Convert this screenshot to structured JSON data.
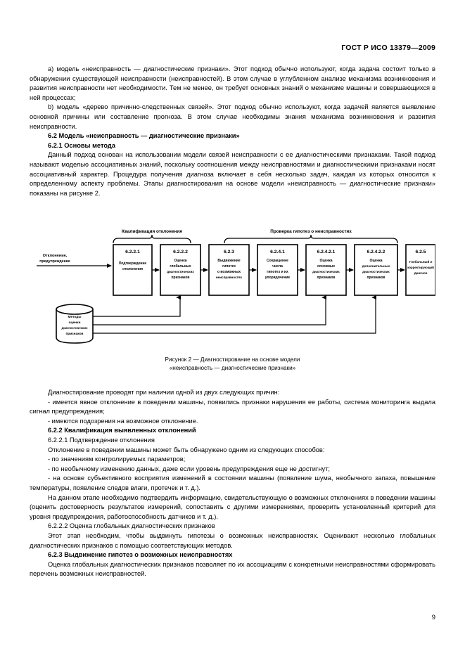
{
  "header": {
    "standard_title": "ГОСТ Р ИСО 13379—2009"
  },
  "page_number": "9",
  "body_top": {
    "para_a": "а)  модель «неисправность — диагностические признаки». Этот подход обычно используют, когда задача состоит только в обнаружении существующей неисправности (неисправностей). В этом случае в углубленном анализе механизма возникновения и развития неисправности нет необходимости. Тем не менее, он требует основных знаний о механизме машины и совершающихся в ней процессах;",
    "para_b": "b)  модель «дерево причинно-следственных связей». Этот подход обычно используют, когда задачей является выявление основной причины или составление прогноза. В этом случае необходимы знания механизма возникновения и развития неисправности.",
    "heading_6_2": "6.2  Модель «неисправность — диагностические признаки»",
    "heading_6_2_1": "6.2.1  Основы метода",
    "para_6_2_1": "Данный подход основан на использовании модели связей неисправности с ее диагностическими признаками. Такой подход называют моделью ассоциативных знаний, поскольку соотношения между неисправностями и диагностическими признаками носят ассоциативный характер. Процедура получения диагноза включает в себя несколько задач, каждая из которых относится к определенному аспекту проблемы. Этапы диагностирования на основе модели «неисправность — диагностические признаки» показаны на рисунке 2."
  },
  "figure": {
    "caption_line1": "Рисунок 2 — Диагностирование на основе модели",
    "caption_line2": "«неисправность — диагностические признаки»",
    "group_label_left": "Квалификация отклонения",
    "group_label_right": "Проверка гипотез о неисправностях",
    "input_label_line1": "Отклонение,",
    "input_label_line2": "предупреждение",
    "database": {
      "line1": "Методы",
      "line2": "оценки",
      "line3": "диагностических",
      "line4": "признаков"
    },
    "boxes": [
      {
        "number": "6.2.2.1",
        "lines": [
          "Подтверждение",
          "отклонения"
        ]
      },
      {
        "number": "6.2.2.2",
        "lines": [
          "Оценка",
          "глобальных",
          "диагностических",
          "признаков"
        ]
      },
      {
        "number": "6.2.3",
        "lines": [
          "Выдвижение",
          "гипотез",
          "о возможных",
          "неисправностях"
        ]
      },
      {
        "number": "6.2.4.1",
        "lines": [
          "Сокращение",
          "числа",
          "гипотез и их",
          "упорядочение"
        ]
      },
      {
        "number": "6.2.4.2.1",
        "lines": [
          "Оценка",
          "основных",
          "диагностических",
          "признаков"
        ]
      },
      {
        "number": "6.2.4.2.2",
        "lines": [
          "Оценка",
          "дополнительных",
          "диагностических",
          "признаков"
        ]
      },
      {
        "number": "6.2.5",
        "lines": [
          "Глобальный и",
          "корректирующий",
          "диагноз"
        ]
      }
    ]
  },
  "body_bottom": {
    "para_intro": "Диагностирование проводят при наличии одной из двух следующих причин:",
    "bullet_1": "-  имеется явное отклонение в поведении машины, появились признаки нарушения ее работы, система мониторинга выдала сигнал предупреждения;",
    "bullet_2": "-  имеются подозрения на возможное отклонение.",
    "heading_6_2_2": "6.2.2  Квалификация выявленных отклонений",
    "heading_6_2_2_1": "6.2.2.1  Подтверждение отклонения",
    "para_methods": "Отклонение в поведении машины может быть обнаружено одним из следующих способов:",
    "bullet_3": "-  по значениям контролируемых параметров;",
    "bullet_4": "-  по необычному изменению данных, даже если уровень предупреждения еще не достигнут;",
    "bullet_5": "-  на основе субъективного восприятия изменений в состоянии машины (появление шума, необычного запаха, повышение температуры, появление следов влаги, протечек и т. д.).",
    "para_confirm": "На данном этапе необходимо подтвердить информацию, свидетельствующую о возможных отклонениях в поведении машины (оценить достоверность результатов измерений, сопоставить с другими измерениями, проверить установленный критерий для уровня предупреждения, работоспособность датчиков и т. д.).",
    "heading_6_2_2_2": "6.2.2.2  Оценка глобальных диагностических признаков",
    "para_global": "Этот этап необходим, чтобы выдвинуть гипотезы о возможных неисправностях. Оценивают несколько глобальных диагностических признаков с помощью соответствующих методов.",
    "heading_6_2_3": "6.2.3  Выдвижение гипотез о возможных неисправностях",
    "para_hypotheses": "Оценка глобальных диагностических признаков позволяет по их ассоциациям с конкретными неисправностями сформировать перечень возможных неисправностей."
  }
}
